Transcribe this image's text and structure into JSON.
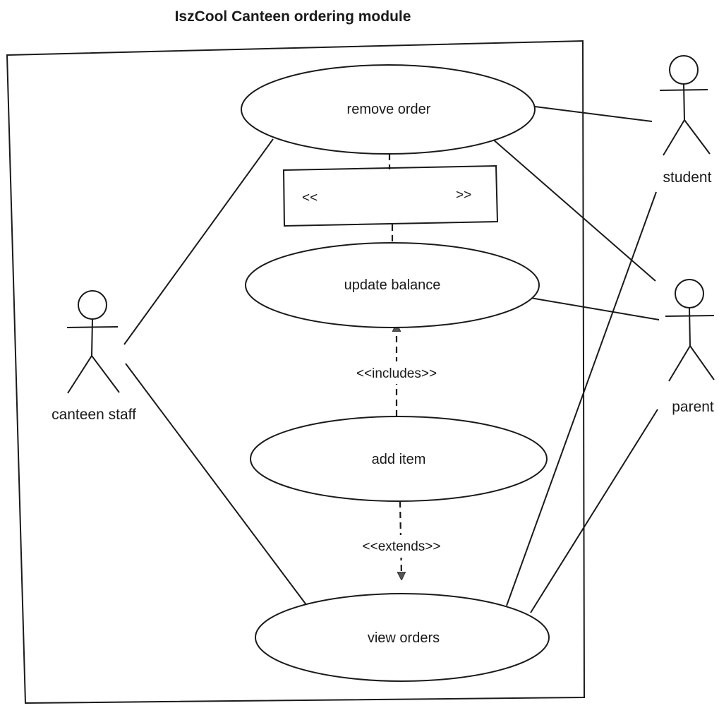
{
  "title": "IszCool Canteen ordering module",
  "use_cases": {
    "remove_order": "remove order",
    "update_balance": "update balance",
    "add_item": "add item",
    "view_orders": "view orders"
  },
  "actors": {
    "canteen_staff": "canteen staff",
    "student": "student",
    "parent": "parent"
  },
  "relationships": {
    "blank_box_left": "<<",
    "blank_box_right": ">>",
    "includes": "<<includes>>",
    "extends": "<<extends>>"
  }
}
